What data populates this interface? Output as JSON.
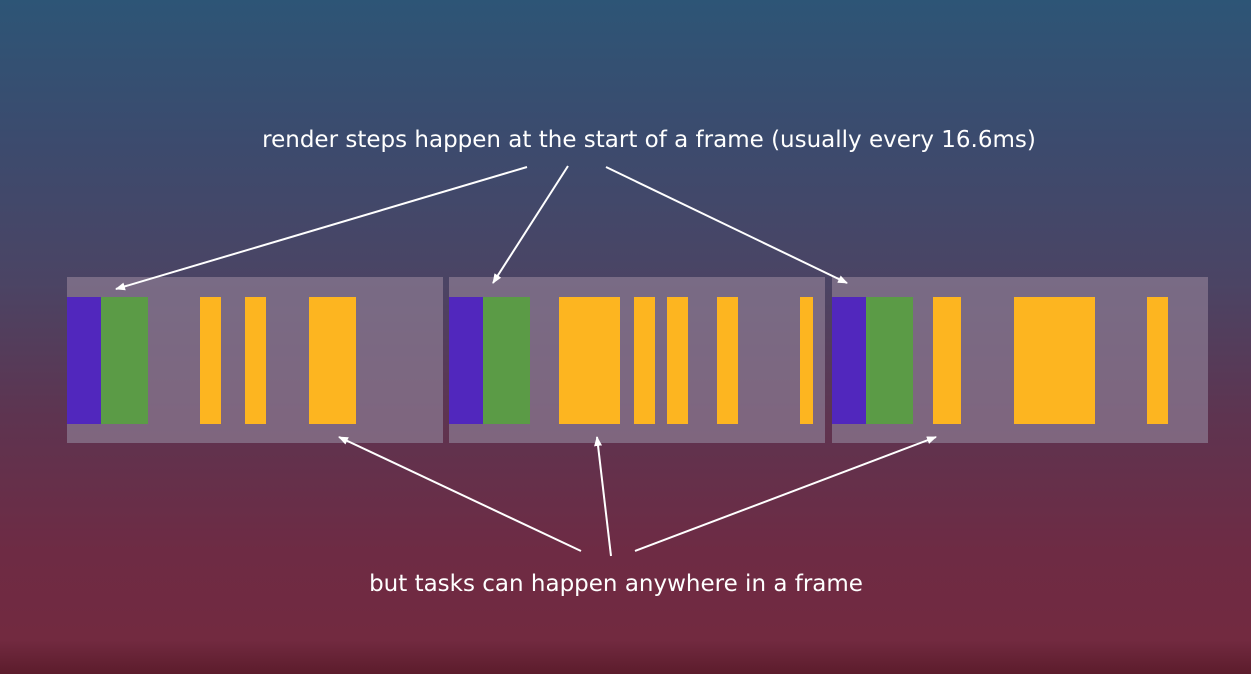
{
  "diagram": {
    "top_caption": "render steps happen at the start of a frame (usually every 16.6ms)",
    "bottom_caption": "but tasks can happen anywhere in a frame",
    "colors": {
      "frame": "#8a7a92",
      "render_style": "#5127bd",
      "render_layout": "#5b9b46",
      "task": "#fdb520",
      "arrow": "#ffffff",
      "caption": "#ffffff"
    },
    "frames": [
      {
        "id": "frame-1",
        "render_blocks": [
          "style",
          "layout"
        ],
        "task_count": 3
      },
      {
        "id": "frame-2",
        "render_blocks": [
          "style",
          "layout"
        ],
        "task_count": 5
      },
      {
        "id": "frame-3",
        "render_blocks": [
          "style",
          "layout"
        ],
        "task_count": 3
      }
    ]
  }
}
